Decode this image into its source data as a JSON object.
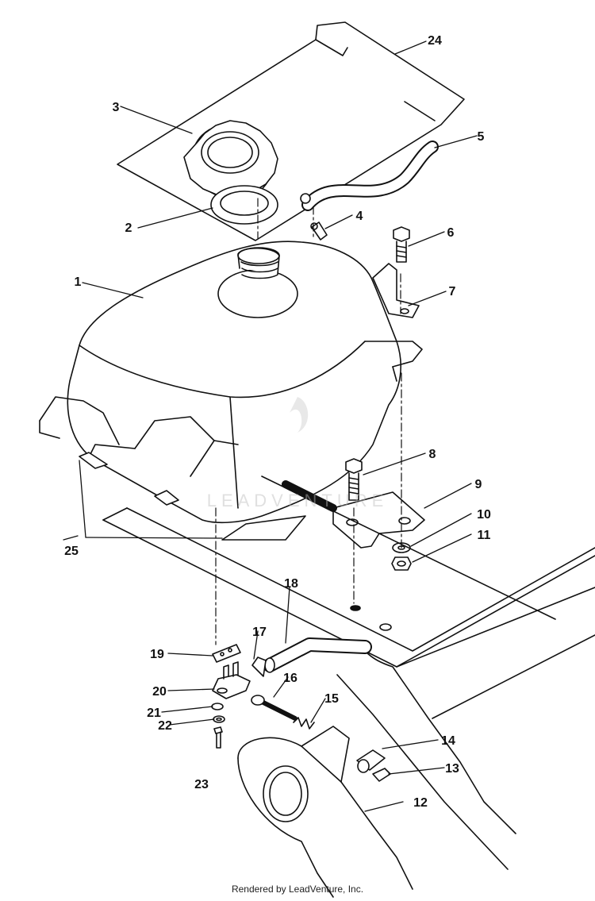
{
  "diagram": {
    "callouts": [
      "1",
      "2",
      "3",
      "4",
      "5",
      "6",
      "7",
      "8",
      "9",
      "10",
      "11",
      "12",
      "13",
      "14",
      "15",
      "16",
      "17",
      "18",
      "19",
      "20",
      "21",
      "22",
      "23",
      "24",
      "25"
    ],
    "watermark": "LEADVENTURE"
  },
  "footer": {
    "credit": "Rendered by LeadVenture, Inc."
  }
}
